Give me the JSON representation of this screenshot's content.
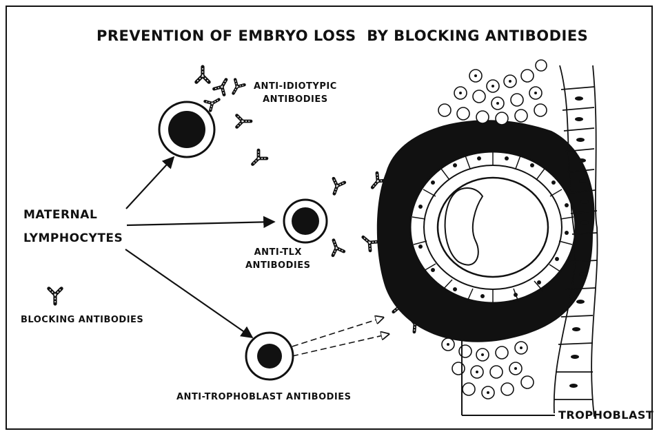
{
  "title": "PREVENTION OF EMBRYO LOSS  BY BLOCKING ANTIBODIES",
  "labels": {
    "maternal_line1": "MATERNAL",
    "maternal_line2": "LYMPHOCYTES",
    "anti_idiotypic_line1": "ANTI-IDIOTYPIC",
    "anti_idiotypic_line2": "ANTIBODIES",
    "anti_tlx_line1": "ANTI-TLX",
    "anti_tlx_line2": "ANTIBODIES",
    "anti_trophoblast": "ANTI-TROPHOBLAST ANTIBODIES",
    "blocking_antibodies": "BLOCKING ANTIBODIES",
    "trophoblast": "TROPHOBLAST"
  },
  "colors": {
    "ink": "#111111",
    "paper": "#ffffff"
  },
  "icons": [
    "lymphocyte-cell-icon",
    "y-antibody-icon",
    "arrow-icon",
    "embryo-icon"
  ]
}
